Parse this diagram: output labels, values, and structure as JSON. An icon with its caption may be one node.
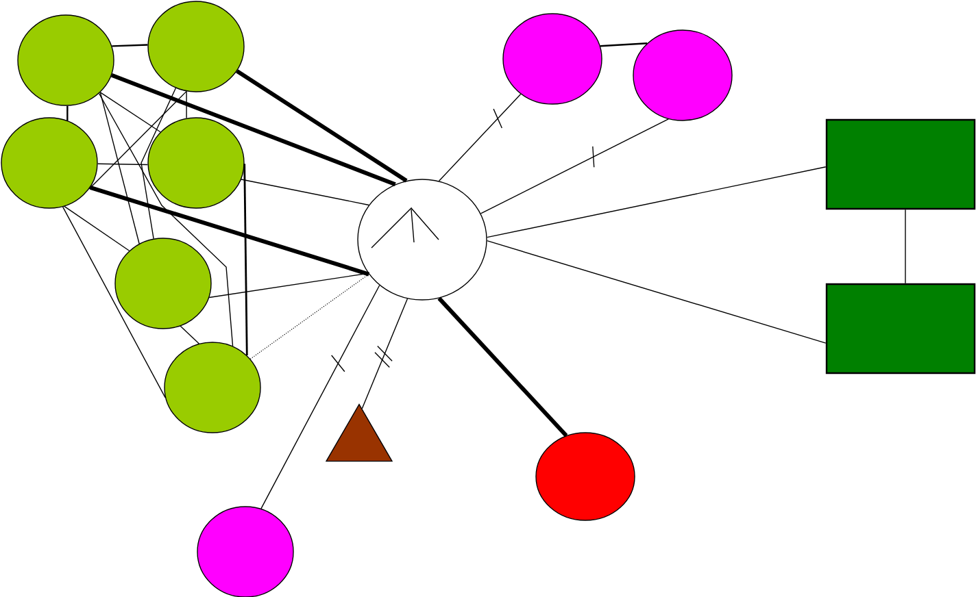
{
  "diagram": {
    "nodes": [
      {
        "text": [],
        "shape": "circle"
      },
      {
        "text": [],
        "shape": "circle"
      },
      {
        "text": [],
        "shape": "circle"
      },
      {
        "text": [],
        "shape": "circle"
      },
      {
        "text": [],
        "shape": "circle"
      },
      {
        "text": [],
        "shape": "circle"
      },
      {
        "text": [],
        "shape": "circle"
      },
      {
        "text": [],
        "shape": "circle"
      },
      {
        "text": [],
        "shape": "circle"
      },
      {
        "text": [],
        "shape": "box"
      },
      {
        "text": [],
        "shape": "box"
      },
      {
        "text": [],
        "shape": "triangle"
      },
      {
        "text": [],
        "shape": "circle"
      },
      {
        "text": [],
        "shape": "circle"
      }
    ],
    "edges": [
      {
        "from": 0,
        "to": 1,
        "arrow": "none"
      },
      {
        "from": 0,
        "to": 2,
        "arrow": "none"
      },
      {
        "from": 0,
        "to": 6,
        "arrow": "none",
        "style": "thick"
      },
      {
        "from": 1,
        "to": 6,
        "arrow": "none",
        "style": "thick"
      },
      {
        "from": 2,
        "to": 6,
        "arrow": "none",
        "style": "thick"
      },
      {
        "from": 3,
        "to": 6,
        "arrow": "none"
      },
      {
        "from": 4,
        "to": 6,
        "arrow": "none"
      },
      {
        "from": 5,
        "to": 6,
        "arrow": "none",
        "style": "dashed"
      },
      {
        "from": 3,
        "to": 5,
        "arrow": "none"
      },
      {
        "from": 2,
        "to": 1,
        "arrow": "none"
      },
      {
        "from": 1,
        "to": 3,
        "arrow": "none"
      },
      {
        "from": 1,
        "to": 4,
        "arrow": "none"
      },
      {
        "from": 0,
        "to": 3,
        "arrow": "none"
      },
      {
        "from": 0,
        "to": 4,
        "arrow": "none"
      },
      {
        "from": 0,
        "to": 5,
        "arrow": "none"
      },
      {
        "from": 2,
        "to": 3,
        "arrow": "none"
      },
      {
        "from": 2,
        "to": 4,
        "arrow": "none"
      },
      {
        "from": 2,
        "to": 5,
        "arrow": "none"
      },
      {
        "from": 4,
        "to": 5,
        "arrow": "none"
      },
      {
        "from": 6,
        "to": 7,
        "arrow": "none"
      },
      {
        "from": 6,
        "to": 8,
        "arrow": "none"
      },
      {
        "from": 7,
        "to": 8,
        "arrow": "none"
      },
      {
        "from": 6,
        "to": 9,
        "arrow": "none"
      },
      {
        "from": 6,
        "to": 10,
        "arrow": "none"
      },
      {
        "from": 9,
        "to": 10,
        "arrow": "none"
      },
      {
        "from": 6,
        "to": 12,
        "arrow": "none",
        "style": "thick"
      },
      {
        "from": 6,
        "to": 13,
        "arrow": "none"
      },
      {
        "from": 6,
        "to": 11,
        "arrow": "none"
      }
    ]
  }
}
